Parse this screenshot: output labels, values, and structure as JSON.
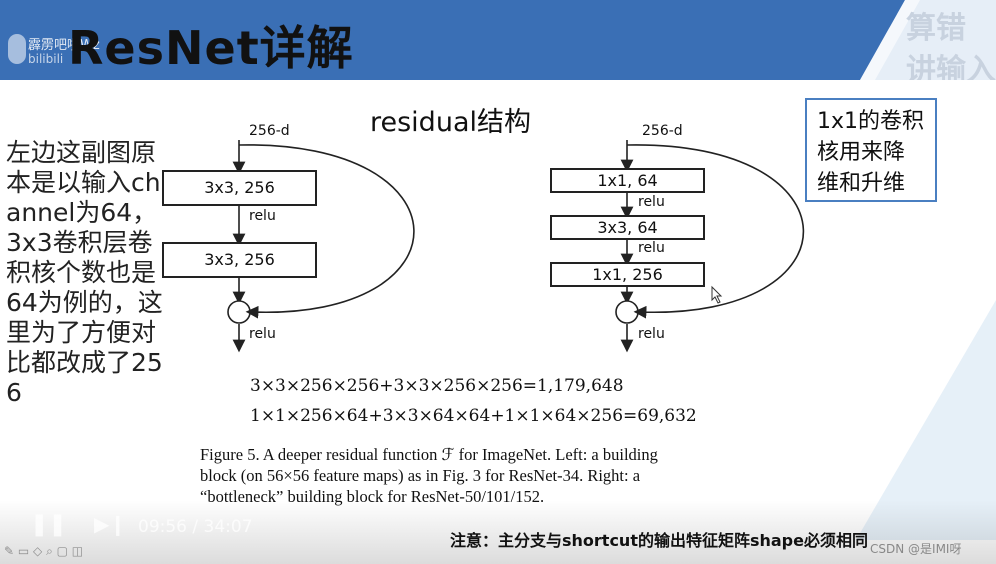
{
  "slide": {
    "title": "ResNet详解",
    "uploader_name": "霹雳吧啦Wz",
    "uploader_sub": "bilibili",
    "corner_text": "算错 讲输入",
    "left_note": "左边这副图原本是以输入channel为64，3x3卷积层卷积核个数也是64为例的，这里为了方便对比都改成了256",
    "section_title": "residual结构",
    "callout": "1x1的卷积核用来降维和升维",
    "bottom_note": "注意：主分支与shortcut的输出特征矩阵shape必须相同"
  },
  "left_block": {
    "input_label": "256-d",
    "layers": [
      "3x3, 256",
      "3x3, 256"
    ],
    "relu1": "relu",
    "relu_out": "relu",
    "add_symbol": "+"
  },
  "right_block": {
    "input_label": "256-d",
    "layers": [
      "1x1, 64",
      "3x3, 64",
      "1x1, 256"
    ],
    "relu1": "relu",
    "relu2": "relu",
    "relu_out": "relu",
    "add_symbol": "+"
  },
  "equations": [
    "3×3×256×256+3×3×256×256=1,179,648",
    "1×1×256×64+3×3×64×64+1×1×64×256=69,632"
  ],
  "caption": "Figure 5. A deeper residual function ℱ for ImageNet. Left: a building block (on 56×56 feature maps) as in Fig. 3 for ResNet-34. Right: a “bottleneck” building block for ResNet-50/101/152.",
  "player": {
    "time": "09:56 / 34:07",
    "watermark": "CSDN @是IMI呀"
  },
  "colors": {
    "banner_blue": "#3a6fb5",
    "banner_light": "#e6eef7",
    "callout_border": "#4a7fc1"
  }
}
